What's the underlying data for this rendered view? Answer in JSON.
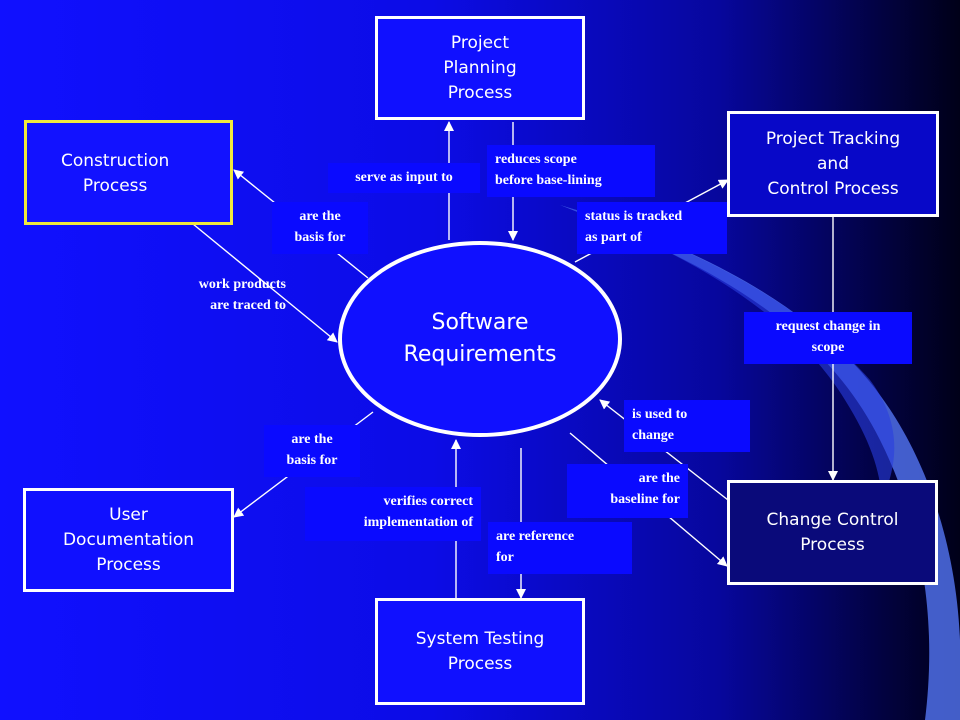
{
  "center": {
    "label": "Software\nRequirements"
  },
  "processes": {
    "project_planning": "Project\nPlanning\nProcess",
    "construction": "Construction\nProcess",
    "project_tracking": "Project Tracking\nand\nControl Process",
    "user_documentation": "User\nDocumentation\nProcess",
    "system_testing": "System Testing\nProcess",
    "change_control": "Change Control\nProcess"
  },
  "relations": {
    "serve_as_input_to": "serve as input to",
    "reduces_scope": "reduces scope\nbefore base-lining",
    "basis_for_construction": "are the\nbasis for",
    "work_products_traced": "work products\nare traced to",
    "status_tracked": "status is tracked\nas part of",
    "request_change": "request change in\nscope",
    "used_to_change": "is used to\nchange",
    "basis_for_documentation": "are the\nbasis for",
    "verifies_implementation": "verifies correct\nimplementation of",
    "baseline_for": "are the\nbaseline for",
    "reference_for": "are reference\nfor"
  },
  "colors": {
    "construction_border": "#f2ea3c",
    "change_control_fill": "#0a0a7a",
    "swoosh": "#4f6fe8",
    "label_fill": "#0a0aff"
  }
}
